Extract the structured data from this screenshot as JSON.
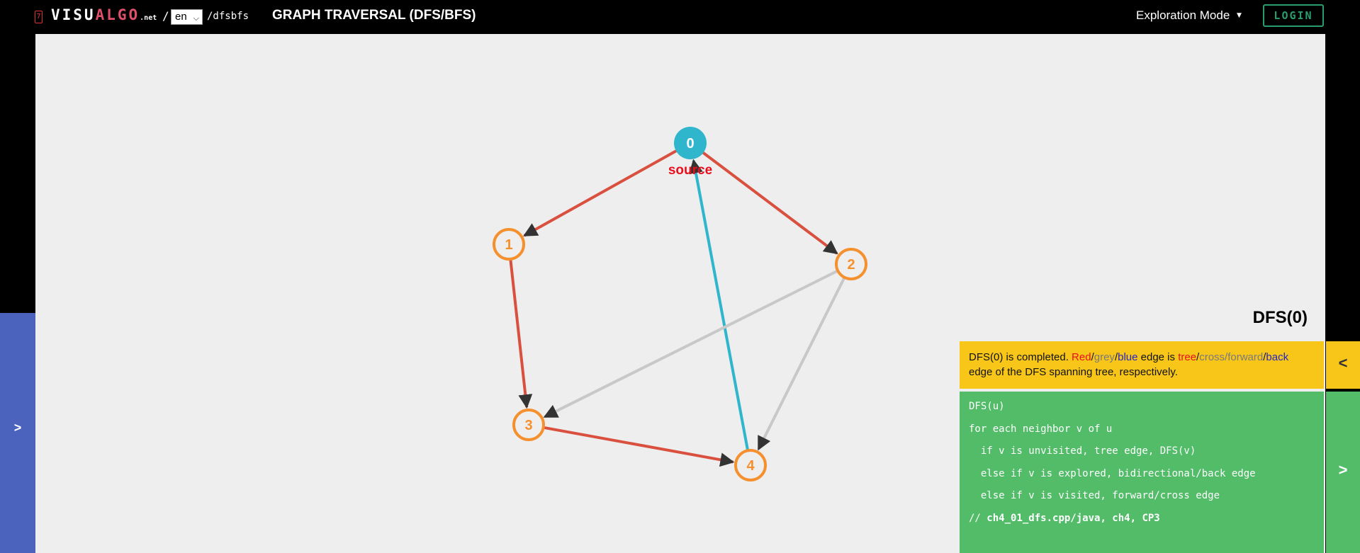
{
  "header": {
    "logo_badge": "7",
    "logo_visu": "VISU",
    "logo_algo": "ALGO",
    "logo_net": ".net",
    "logo_slash": "/",
    "language": "en",
    "path": "/dfsbfs",
    "title": "GRAPH TRAVERSAL (DFS/BFS)",
    "mode": "Exploration Mode",
    "login": "LOGIN"
  },
  "graph": {
    "source_label": "source",
    "vertices": [
      {
        "id": "0",
        "state": "current"
      },
      {
        "id": "1",
        "state": "visited"
      },
      {
        "id": "2",
        "state": "visited"
      },
      {
        "id": "3",
        "state": "visited"
      },
      {
        "id": "4",
        "state": "visited"
      }
    ],
    "edges": [
      {
        "from": "0",
        "to": "1",
        "type": "tree"
      },
      {
        "from": "0",
        "to": "2",
        "type": "tree"
      },
      {
        "from": "1",
        "to": "3",
        "type": "tree"
      },
      {
        "from": "3",
        "to": "4",
        "type": "tree"
      },
      {
        "from": "4",
        "to": "0",
        "type": "back"
      },
      {
        "from": "2",
        "to": "3",
        "type": "cross"
      },
      {
        "from": "2",
        "to": "4",
        "type": "cross"
      }
    ],
    "colors": {
      "tree": "#d9503f",
      "cross": "#c8c8c8",
      "back": "#2fb5cc",
      "visited_vertex": "#f5902e",
      "current_vertex": "#2fb5cc",
      "source_text": "#e8101e"
    }
  },
  "left_panel": {
    "toggle": ">"
  },
  "status": {
    "title": "DFS(0)",
    "text_prefix": "DFS(0) is completed. ",
    "red": "Red",
    "sep1": "/",
    "grey": "grey",
    "sep2": "/",
    "blue": "blue",
    "mid": " edge is ",
    "tree": "tree",
    "sep3": "/",
    "cross_forward": "cross/forward",
    "sep4": "/",
    "back": "back",
    "suffix": " edge of the DFS spanning tree, respectively.",
    "collapse": "<"
  },
  "code": {
    "lines": [
      "DFS(u)",
      "for each neighbor v of u",
      "  if v is unvisited, tree edge, DFS(v)",
      "  else if v is explored, bidirectional/back edge",
      "  else if v is visited, forward/cross edge"
    ],
    "footer_prefix": "// ",
    "footer_ref": "ch4_01_dfs.cpp/java, ch4, CP3",
    "collapse": ">"
  }
}
